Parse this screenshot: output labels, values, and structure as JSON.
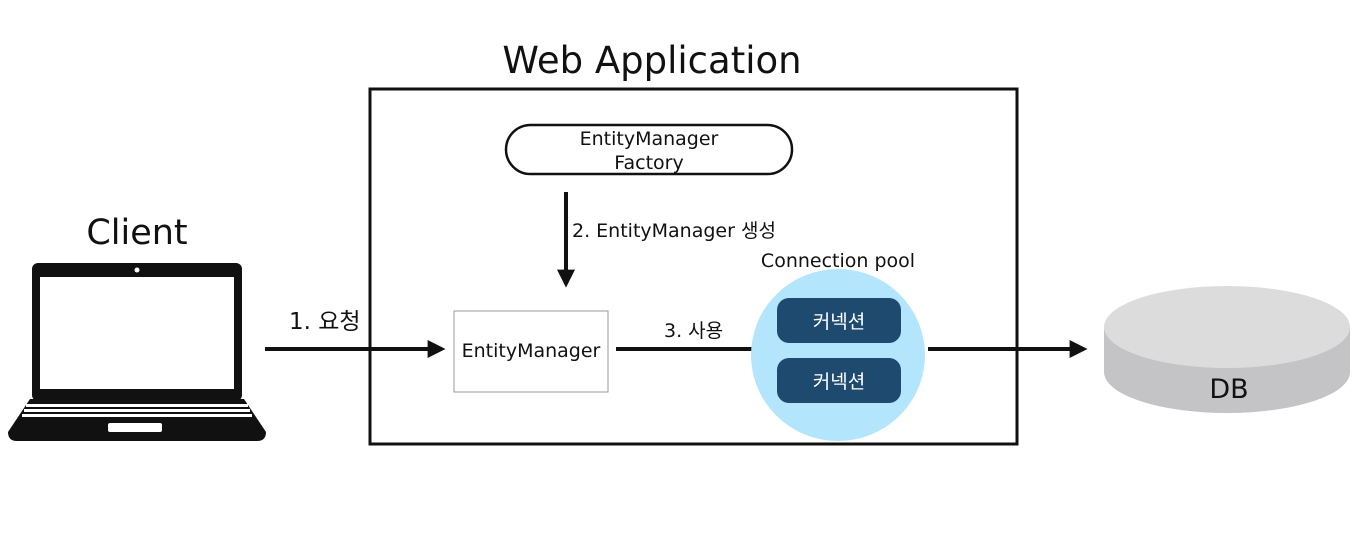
{
  "title": "Web Application",
  "client": {
    "label": "Client",
    "icon": "laptop-icon"
  },
  "factory": {
    "line1": "EntityManager",
    "line2": "Factory"
  },
  "entity_manager": {
    "label": "EntityManager"
  },
  "connection_pool": {
    "label": "Connection pool",
    "connections": [
      "커넥션",
      "커넥션"
    ],
    "circle_color": "#b3e5fc",
    "connection_color": "#1d4a6e"
  },
  "database": {
    "label": "DB",
    "icon": "database-icon"
  },
  "steps": {
    "request": "1. 요청",
    "create": "2. EntityManager 생성",
    "use": "3. 사용"
  }
}
